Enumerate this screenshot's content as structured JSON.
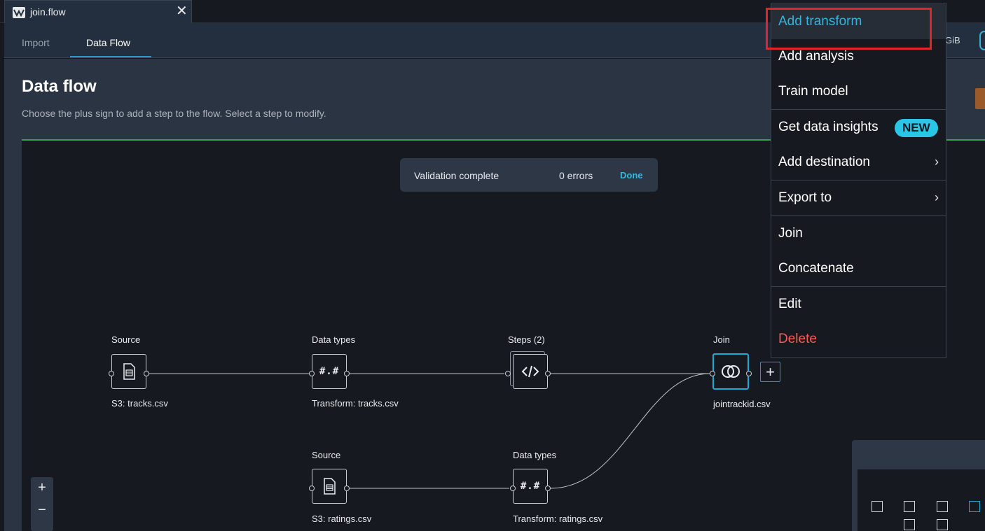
{
  "file_tab": {
    "name": "join.flow",
    "logo_icon": "wave-logo-icon",
    "close_icon": "close-icon"
  },
  "subtabs": [
    {
      "label": "Import",
      "active": false
    },
    {
      "label": "Data Flow",
      "active": true
    }
  ],
  "top_right": {
    "memory_unit": "GiB"
  },
  "header": {
    "title": "Data flow",
    "subtitle": "Choose the plus sign to add a step to the flow. Select a step to modify."
  },
  "banner": {
    "status": "Validation complete",
    "errors": "0 errors",
    "action": "Done"
  },
  "nodes": {
    "source1": {
      "label": "Source",
      "caption": "S3: tracks.csv",
      "icon": "document-icon"
    },
    "types1": {
      "label": "Data types",
      "caption": "Transform: tracks.csv",
      "glyph": "#.#"
    },
    "steps": {
      "label": "Steps (2)",
      "caption": "",
      "icon": "code-icon"
    },
    "join": {
      "label": "Join",
      "caption": "jointrackid.csv",
      "icon": "join-icon"
    },
    "source2": {
      "label": "Source",
      "caption": "S3: ratings.csv",
      "icon": "document-icon"
    },
    "types2": {
      "label": "Data types",
      "caption": "Transform: ratings.csv",
      "glyph": "#.#"
    }
  },
  "add_step_button": {
    "label": "+"
  },
  "zoom": {
    "in": "+",
    "out": "−"
  },
  "menu": {
    "items": [
      {
        "label": "Add transform",
        "active": true
      },
      {
        "label": "Add analysis"
      },
      {
        "label": "Train model"
      },
      {
        "label": "Get data insights",
        "badge": "NEW"
      },
      {
        "label": "Add destination",
        "submenu": true
      },
      {
        "label": "Export to",
        "submenu": true
      },
      {
        "label": "Join"
      },
      {
        "label": "Concatenate"
      },
      {
        "label": "Edit"
      },
      {
        "label": "Delete",
        "danger": true
      }
    ]
  },
  "colors": {
    "accent": "#2f95c8",
    "danger": "#ff5a5a",
    "highlight_box": "#e0262b",
    "validation_line": "#37a04a"
  }
}
